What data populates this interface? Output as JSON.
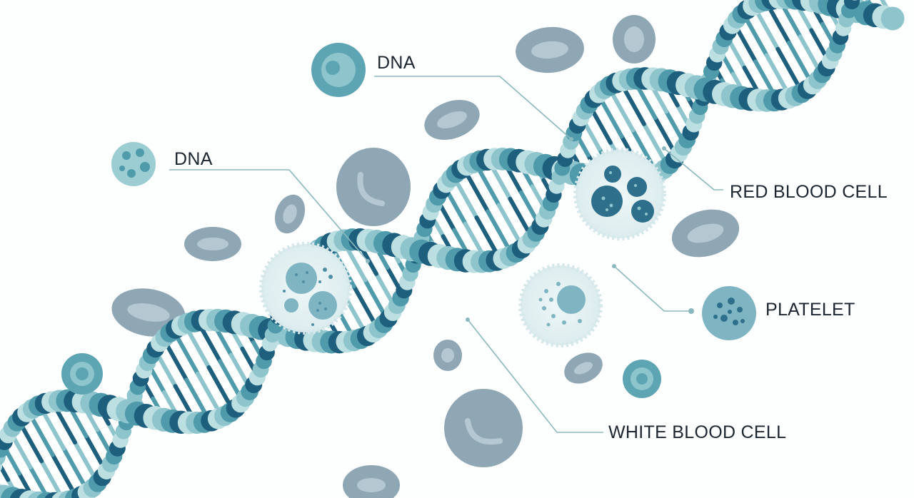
{
  "labels": {
    "dna_top": "DNA",
    "dna_left": "DNA",
    "red_blood_cell": "RED BLOOD CELL",
    "platelet": "PLATELET",
    "white_blood_cell": "WHITE BLOOD CELL"
  },
  "colors": {
    "dark_teal": "#1f5f7e",
    "mid_teal": "#4f9bab",
    "light_teal": "#8ec4cc",
    "pale_teal": "#bcdfe2",
    "red_blood_cell": "#8fa7b5",
    "leader_line": "#8ab8bf",
    "label_text": "#1b2630"
  }
}
